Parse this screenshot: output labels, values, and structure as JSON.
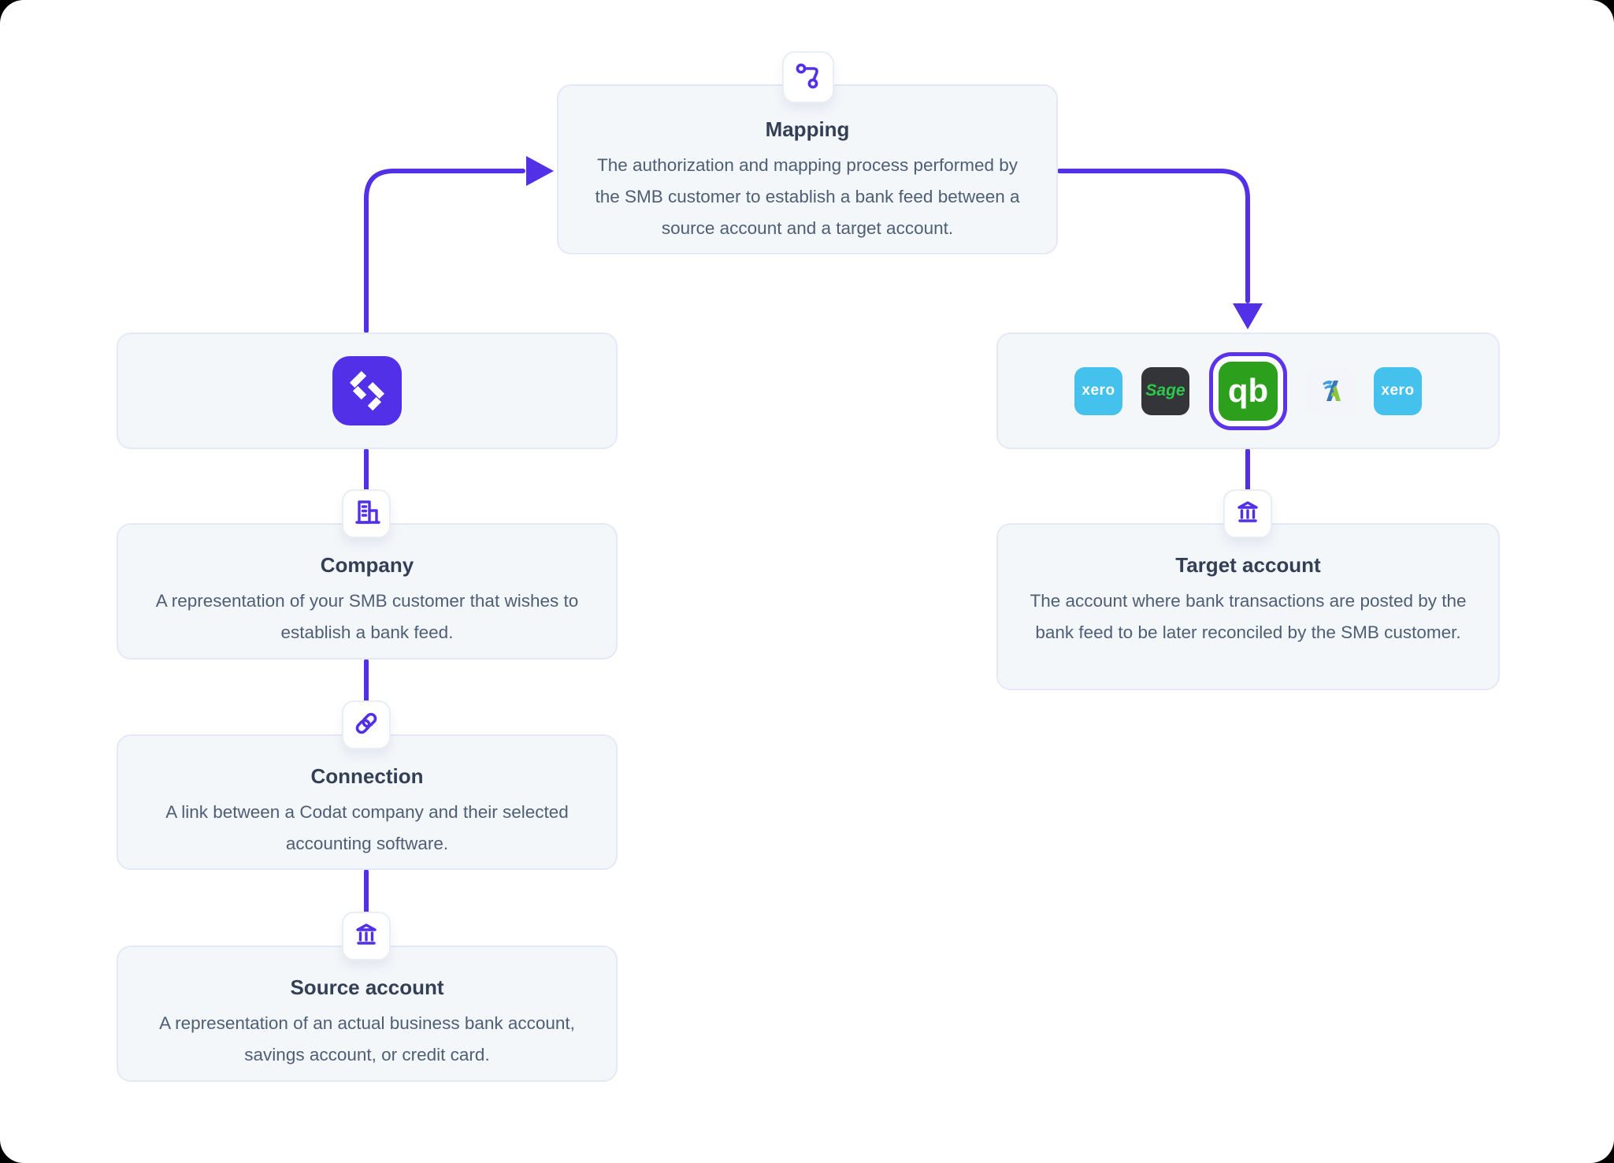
{
  "canvas": {
    "background": "#ffffff",
    "accent": "#5230e8",
    "card_fill": "#f4f7fa",
    "card_border": "#e4e9f5",
    "title_color": "#333f55",
    "body_color": "#4e5e75"
  },
  "nodes": {
    "mapping": {
      "title": "Mapping",
      "description": "The authorization and mapping process performed by the SMB customer to establish a bank feed between a source account and a target account.",
      "icon": "route-icon"
    },
    "codat": {
      "icon": "codat-logo"
    },
    "company": {
      "title": "Company",
      "description": "A representation of your SMB customer that wishes to establish a bank feed.",
      "icon": "building-icon"
    },
    "connection": {
      "title": "Connection",
      "description": "A link between a Codat company and their selected accounting software.",
      "icon": "link-icon"
    },
    "source_account": {
      "title": "Source account",
      "description": "A representation of an actual business bank account, savings account, or credit card.",
      "icon": "bank-icon"
    },
    "target_account": {
      "title": "Target account",
      "description": "The account where bank transactions are posted by the bank feed to be later reconciled by the SMB customer.",
      "icon": "bank-icon"
    }
  },
  "platform_logos": [
    {
      "name": "xero",
      "label": "xero",
      "bg": "#45c1ee",
      "fg": "#ffffff",
      "selected": false
    },
    {
      "name": "sage",
      "label": "Sage",
      "bg": "#333538",
      "fg": "#2fc84d",
      "selected": false
    },
    {
      "name": "quickbooks",
      "label": "qb",
      "bg": "#2ca01c",
      "fg": "#ffffff",
      "selected": true
    },
    {
      "name": "freeagent",
      "label": "",
      "bg": "#f3f5fa",
      "fg": "#4183c4",
      "selected": false
    },
    {
      "name": "xero",
      "label": "xero",
      "bg": "#45c1ee",
      "fg": "#ffffff",
      "selected": false
    }
  ]
}
